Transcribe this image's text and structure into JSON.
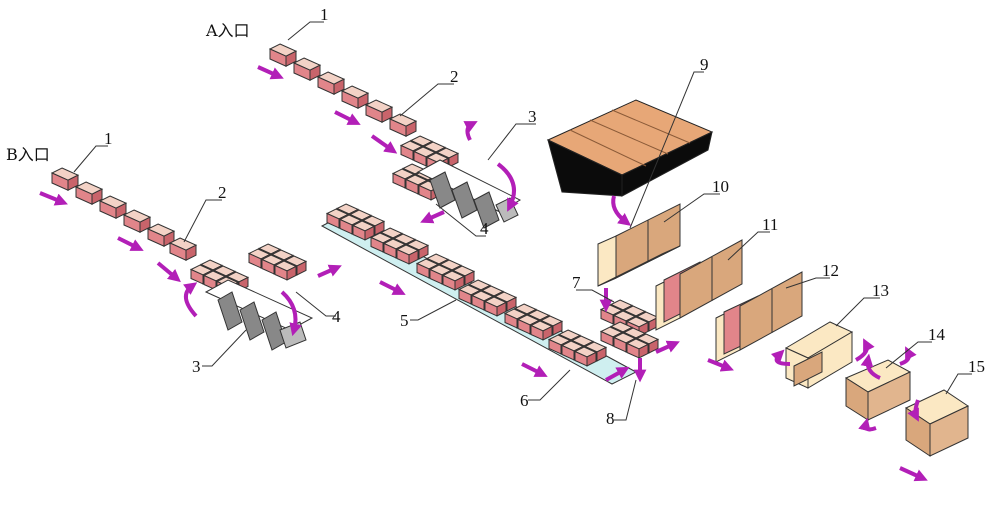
{
  "entrances": {
    "a": "A入口",
    "b": "B入口"
  },
  "callouts": {
    "c1a": "1",
    "c1b": "1",
    "c2a": "2",
    "c2b": "2",
    "c3a": "3",
    "c3b": "3",
    "c4a": "4",
    "c4b": "4",
    "c5": "5",
    "c6": "6",
    "c7": "7",
    "c8": "8",
    "c9": "9",
    "c10": "10",
    "c11": "11",
    "c12": "12",
    "c13": "13",
    "c14": "14",
    "c15": "15"
  },
  "colors": {
    "box_top": "#f3d2c6",
    "box_front": "#e1858a",
    "box_side": "#c9646b",
    "conveyor": "#cfeff0",
    "arrow": "#b21fb7",
    "cardboard": "#d9a77c",
    "cardboard_light": "#fbe8c3",
    "cover": "#0b0b0b"
  },
  "icons": {
    "flow": "flow-arrow-icon",
    "rotate": "rotate-arrow-icon"
  }
}
